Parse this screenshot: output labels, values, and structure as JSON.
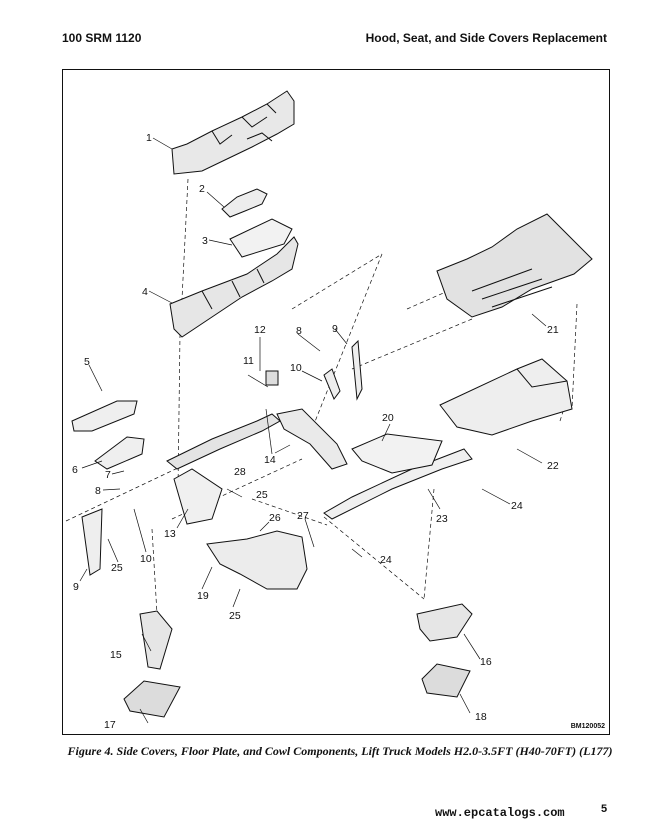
{
  "header": {
    "doc_code": "100 SRM 1120",
    "section_title": "Hood, Seat, and Side Covers Replacement"
  },
  "figure": {
    "figure_number": "BM120052",
    "caption": "Figure 4. Side Covers, Floor Plate, and Cowl Components, Lift Truck Models H2.0-3.5FT (H40-70FT) (L177)",
    "callouts": [
      "1",
      "2",
      "3",
      "4",
      "5",
      "6",
      "7",
      "8",
      "8",
      "9",
      "9",
      "10",
      "10",
      "11",
      "12",
      "13",
      "14",
      "15",
      "16",
      "17",
      "18",
      "19",
      "20",
      "21",
      "22",
      "23",
      "24",
      "24",
      "25",
      "25",
      "25",
      "26",
      "27",
      "28"
    ]
  },
  "footer": {
    "url": "www.epcatalogs.com",
    "page_number": "5"
  }
}
